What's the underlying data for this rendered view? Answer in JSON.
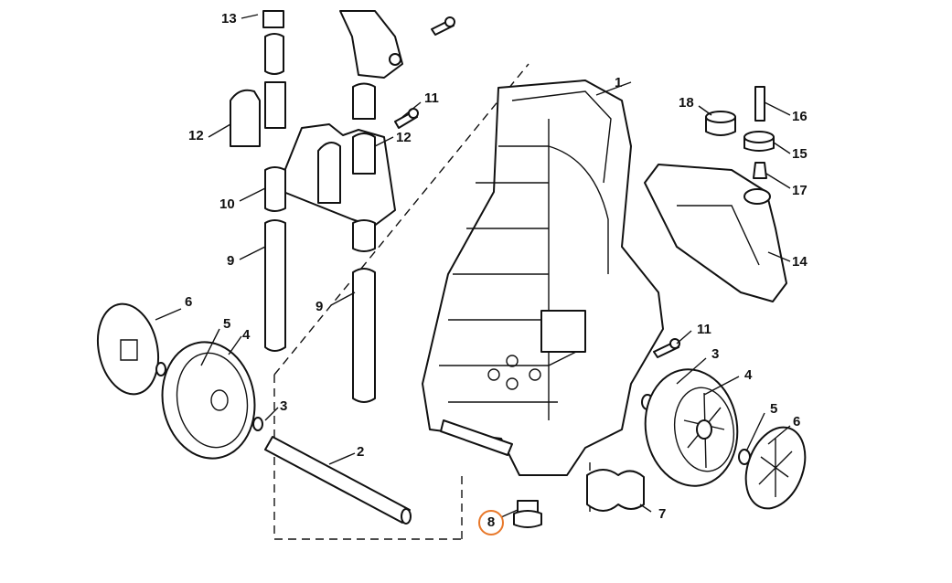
{
  "highlight_color": "#e8782a",
  "callouts": [
    {
      "id": "1",
      "text": "1"
    },
    {
      "id": "2",
      "text": "2"
    },
    {
      "id": "3a",
      "text": "3"
    },
    {
      "id": "3b",
      "text": "3"
    },
    {
      "id": "4a",
      "text": "4"
    },
    {
      "id": "4b",
      "text": "4"
    },
    {
      "id": "5a",
      "text": "5"
    },
    {
      "id": "5b",
      "text": "5"
    },
    {
      "id": "6a",
      "text": "6"
    },
    {
      "id": "6b",
      "text": "6"
    },
    {
      "id": "7",
      "text": "7"
    },
    {
      "id": "8",
      "text": "8",
      "highlighted": true
    },
    {
      "id": "9a",
      "text": "9"
    },
    {
      "id": "9b",
      "text": "9"
    },
    {
      "id": "10",
      "text": "10"
    },
    {
      "id": "11a",
      "text": "11"
    },
    {
      "id": "11b",
      "text": "11"
    },
    {
      "id": "12a",
      "text": "12"
    },
    {
      "id": "12b",
      "text": "12"
    },
    {
      "id": "13",
      "text": "13"
    },
    {
      "id": "14",
      "text": "14"
    },
    {
      "id": "15",
      "text": "15"
    },
    {
      "id": "16",
      "text": "16"
    },
    {
      "id": "17",
      "text": "17"
    },
    {
      "id": "18",
      "text": "18"
    }
  ]
}
